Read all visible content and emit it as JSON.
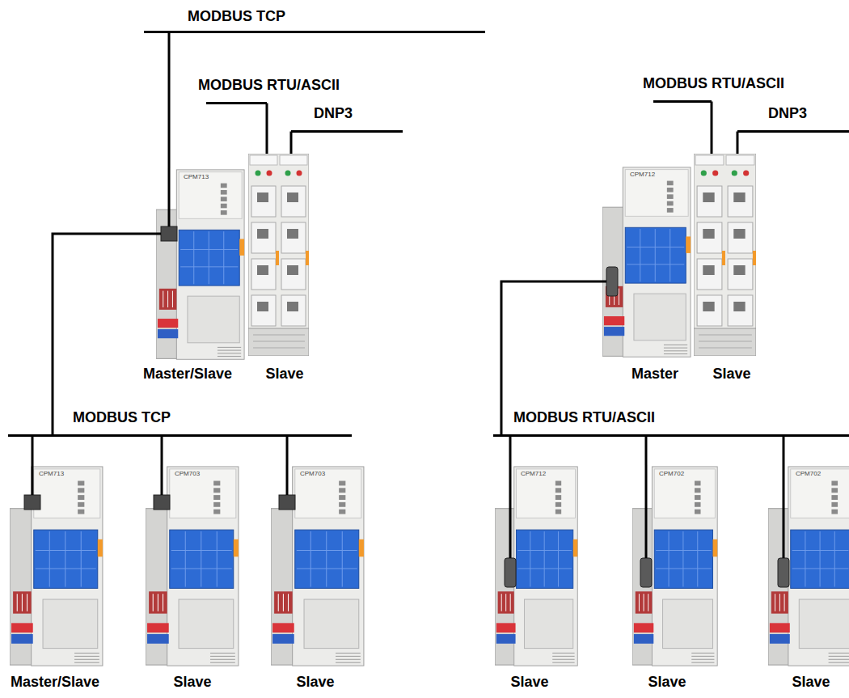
{
  "diagram": {
    "nodes": [
      {
        "text": [
          "MODBUS TCP"
        ]
      },
      {
        "text": [
          "MODBUS RTU/ASCII"
        ]
      },
      {
        "text": [
          "DNP3"
        ]
      },
      {
        "text": [
          "CPM713",
          "Master/Slave"
        ]
      },
      {
        "text": [
          "Slave"
        ]
      },
      {
        "text": [
          "MODBUS TCP"
        ]
      },
      {
        "text": [
          "CPM713",
          "Master/Slave"
        ]
      },
      {
        "text": [
          "CPM703",
          "Slave"
        ]
      },
      {
        "text": [
          "CPM703",
          "Slave"
        ]
      },
      {
        "text": [
          "MODBUS RTU/ASCII"
        ]
      },
      {
        "text": [
          "DNP3"
        ]
      },
      {
        "text": [
          "CPM712",
          "Master"
        ]
      },
      {
        "text": [
          "Slave"
        ]
      },
      {
        "text": [
          "MODBUS RTU/ASCII"
        ]
      },
      {
        "text": [
          "CPM712",
          "Slave"
        ]
      },
      {
        "text": [
          "CPM702",
          "Slave"
        ]
      },
      {
        "text": [
          "CPM702",
          "Slave"
        ]
      }
    ],
    "edges": [
      {
        "from": 0,
        "to": 3,
        "arrow": "none"
      },
      {
        "from": 3,
        "to": 5,
        "arrow": "none"
      },
      {
        "from": 1,
        "to": 4,
        "arrow": "none"
      },
      {
        "from": 2,
        "to": 4,
        "arrow": "none"
      },
      {
        "from": 5,
        "to": 6,
        "arrow": "none"
      },
      {
        "from": 5,
        "to": 7,
        "arrow": "none"
      },
      {
        "from": 5,
        "to": 8,
        "arrow": "none"
      },
      {
        "from": 9,
        "to": 12,
        "arrow": "none"
      },
      {
        "from": 10,
        "to": 12,
        "arrow": "none"
      },
      {
        "from": 11,
        "to": 13,
        "arrow": "none"
      },
      {
        "from": 13,
        "to": 14,
        "arrow": "none"
      },
      {
        "from": 13,
        "to": 15,
        "arrow": "none"
      },
      {
        "from": 13,
        "to": 16,
        "arrow": "none"
      }
    ]
  }
}
